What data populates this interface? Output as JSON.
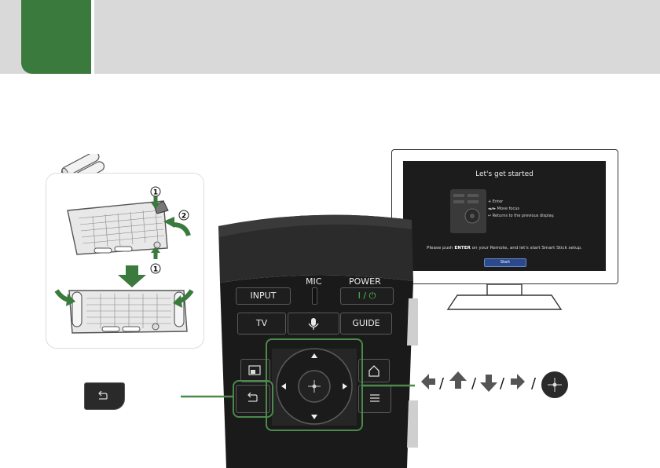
{
  "header": {
    "tab_color": "#3a7a3d",
    "bar_color": "#d9d9d9"
  },
  "tv_screen": {
    "title": "Let's get started",
    "legend": [
      {
        "icon": "enter-icon",
        "text": "Enter"
      },
      {
        "icon": "arrows-icon",
        "text": "Move focus"
      },
      {
        "icon": "back-icon",
        "text": "Returns to the previous display."
      }
    ],
    "instruction_pre": "Please push ",
    "instruction_bold": "ENTER",
    "instruction_post": " on your Remote, and let's start Smart Stick setup.",
    "start_button": "Start"
  },
  "remote": {
    "input_label": "INPUT",
    "mic_label": "MIC",
    "power_label": "POWER",
    "power_symbol": "I / ⏻",
    "tv_label": "TV",
    "guide_label": "GUIDE"
  },
  "battery_steps": [
    "1",
    "2",
    "1"
  ],
  "legend": {
    "separator": "/"
  },
  "colors": {
    "accent_green": "#3a7a3d",
    "remote_body": "#1a1a1a"
  }
}
